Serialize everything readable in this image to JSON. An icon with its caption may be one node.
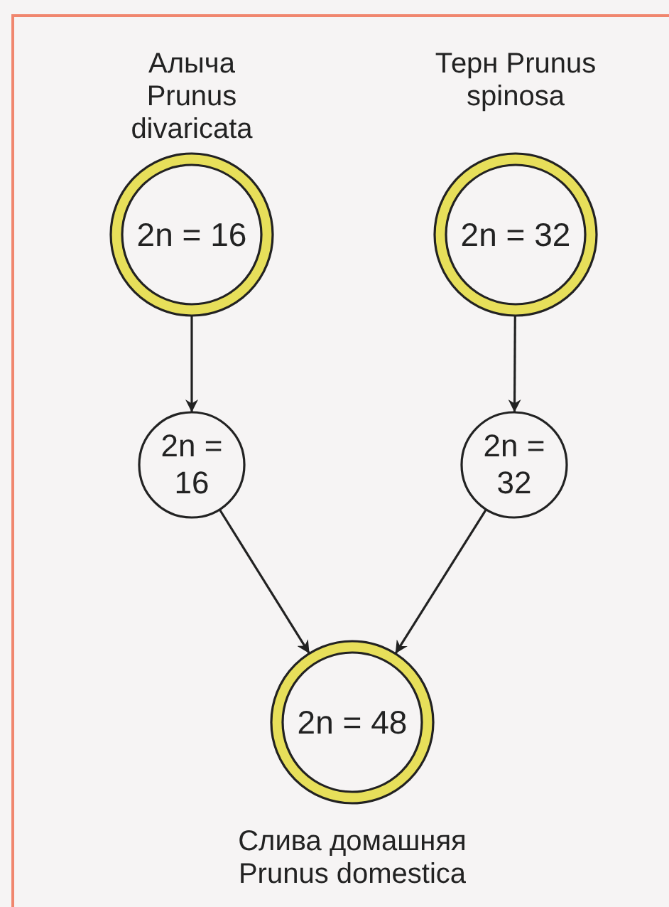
{
  "diagram": {
    "nodes": [
      {
        "text": [
          "Алыча Prunus divaricata",
          "2n = 16"
        ]
      },
      {
        "text": [
          "Терн Prunus spinosa",
          "2n = 32"
        ]
      },
      {
        "text": [
          "2n = 16"
        ]
      },
      {
        "text": [
          "2n = 32"
        ]
      },
      {
        "text": [
          "2n = 48",
          "Слива домашняя Prunus domestica"
        ]
      }
    ],
    "edges": [
      {
        "from": 0,
        "to": 2,
        "arrow": "to"
      },
      {
        "from": 1,
        "to": 3,
        "arrow": "to"
      },
      {
        "from": 2,
        "to": 4,
        "arrow": "to"
      },
      {
        "from": 3,
        "to": 4,
        "arrow": "to"
      }
    ]
  }
}
